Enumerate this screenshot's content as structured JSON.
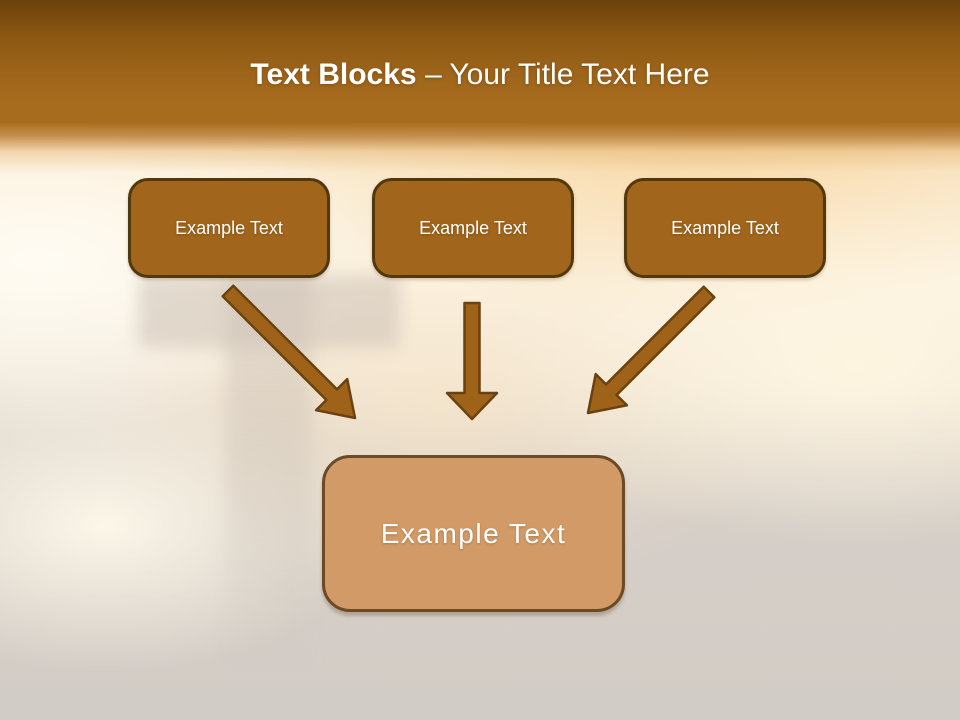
{
  "header": {
    "title_bold": "Text Blocks",
    "title_rest": "– Your Title Text Here"
  },
  "diagram": {
    "top_blocks": [
      {
        "label": "Example Text"
      },
      {
        "label": "Example Text"
      },
      {
        "label": "Example Text"
      }
    ],
    "center_block": {
      "label": "Example Text"
    },
    "arrows": [
      {
        "name": "arrow-down-right",
        "direction": "down-right"
      },
      {
        "name": "arrow-down",
        "direction": "down"
      },
      {
        "name": "arrow-down-left",
        "direction": "down-left"
      }
    ]
  },
  "background": {
    "description": "blurred photo of a cross silhouette against sunset clouds"
  },
  "colors": {
    "header_gradient_top": "#6b400c",
    "header_gradient_bottom": "#a86c1e",
    "title_text": "#ffffff",
    "block_fill": "#a1661c",
    "block_border": "#53380e",
    "block_text": "#ffffff",
    "center_fill": "#d19a66",
    "center_border": "#6b4a26",
    "arrow_fill": "#9e6318",
    "arrow_stroke": "#6a4110",
    "sky_light": "#fbeed8",
    "ground_gray": "#d2ccc6"
  }
}
